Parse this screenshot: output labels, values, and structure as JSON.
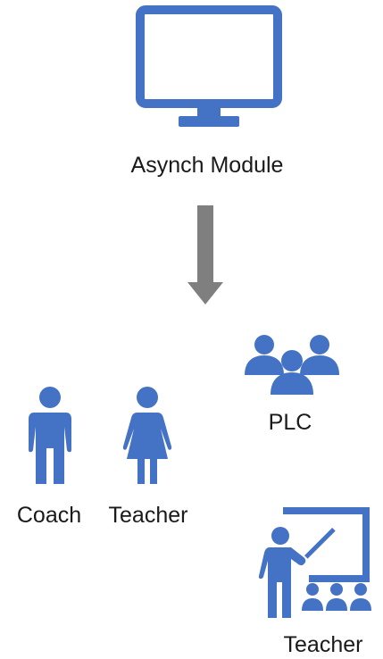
{
  "colors": {
    "icon": "#4472c4",
    "arrow": "#7f7f7f",
    "text": "#1a1a1a"
  },
  "nodes": {
    "module": {
      "icon": "monitor-icon",
      "label": "Asynch Module"
    },
    "plc": {
      "icon": "group-icon",
      "label": "PLC"
    },
    "coach": {
      "icon": "man-icon",
      "label": "Coach"
    },
    "teacher_one": {
      "icon": "woman-icon",
      "label": "Teacher"
    },
    "teacher_two": {
      "icon": "presenter-icon",
      "label": "Teacher"
    }
  },
  "connector": {
    "icon": "down-arrow-icon"
  }
}
